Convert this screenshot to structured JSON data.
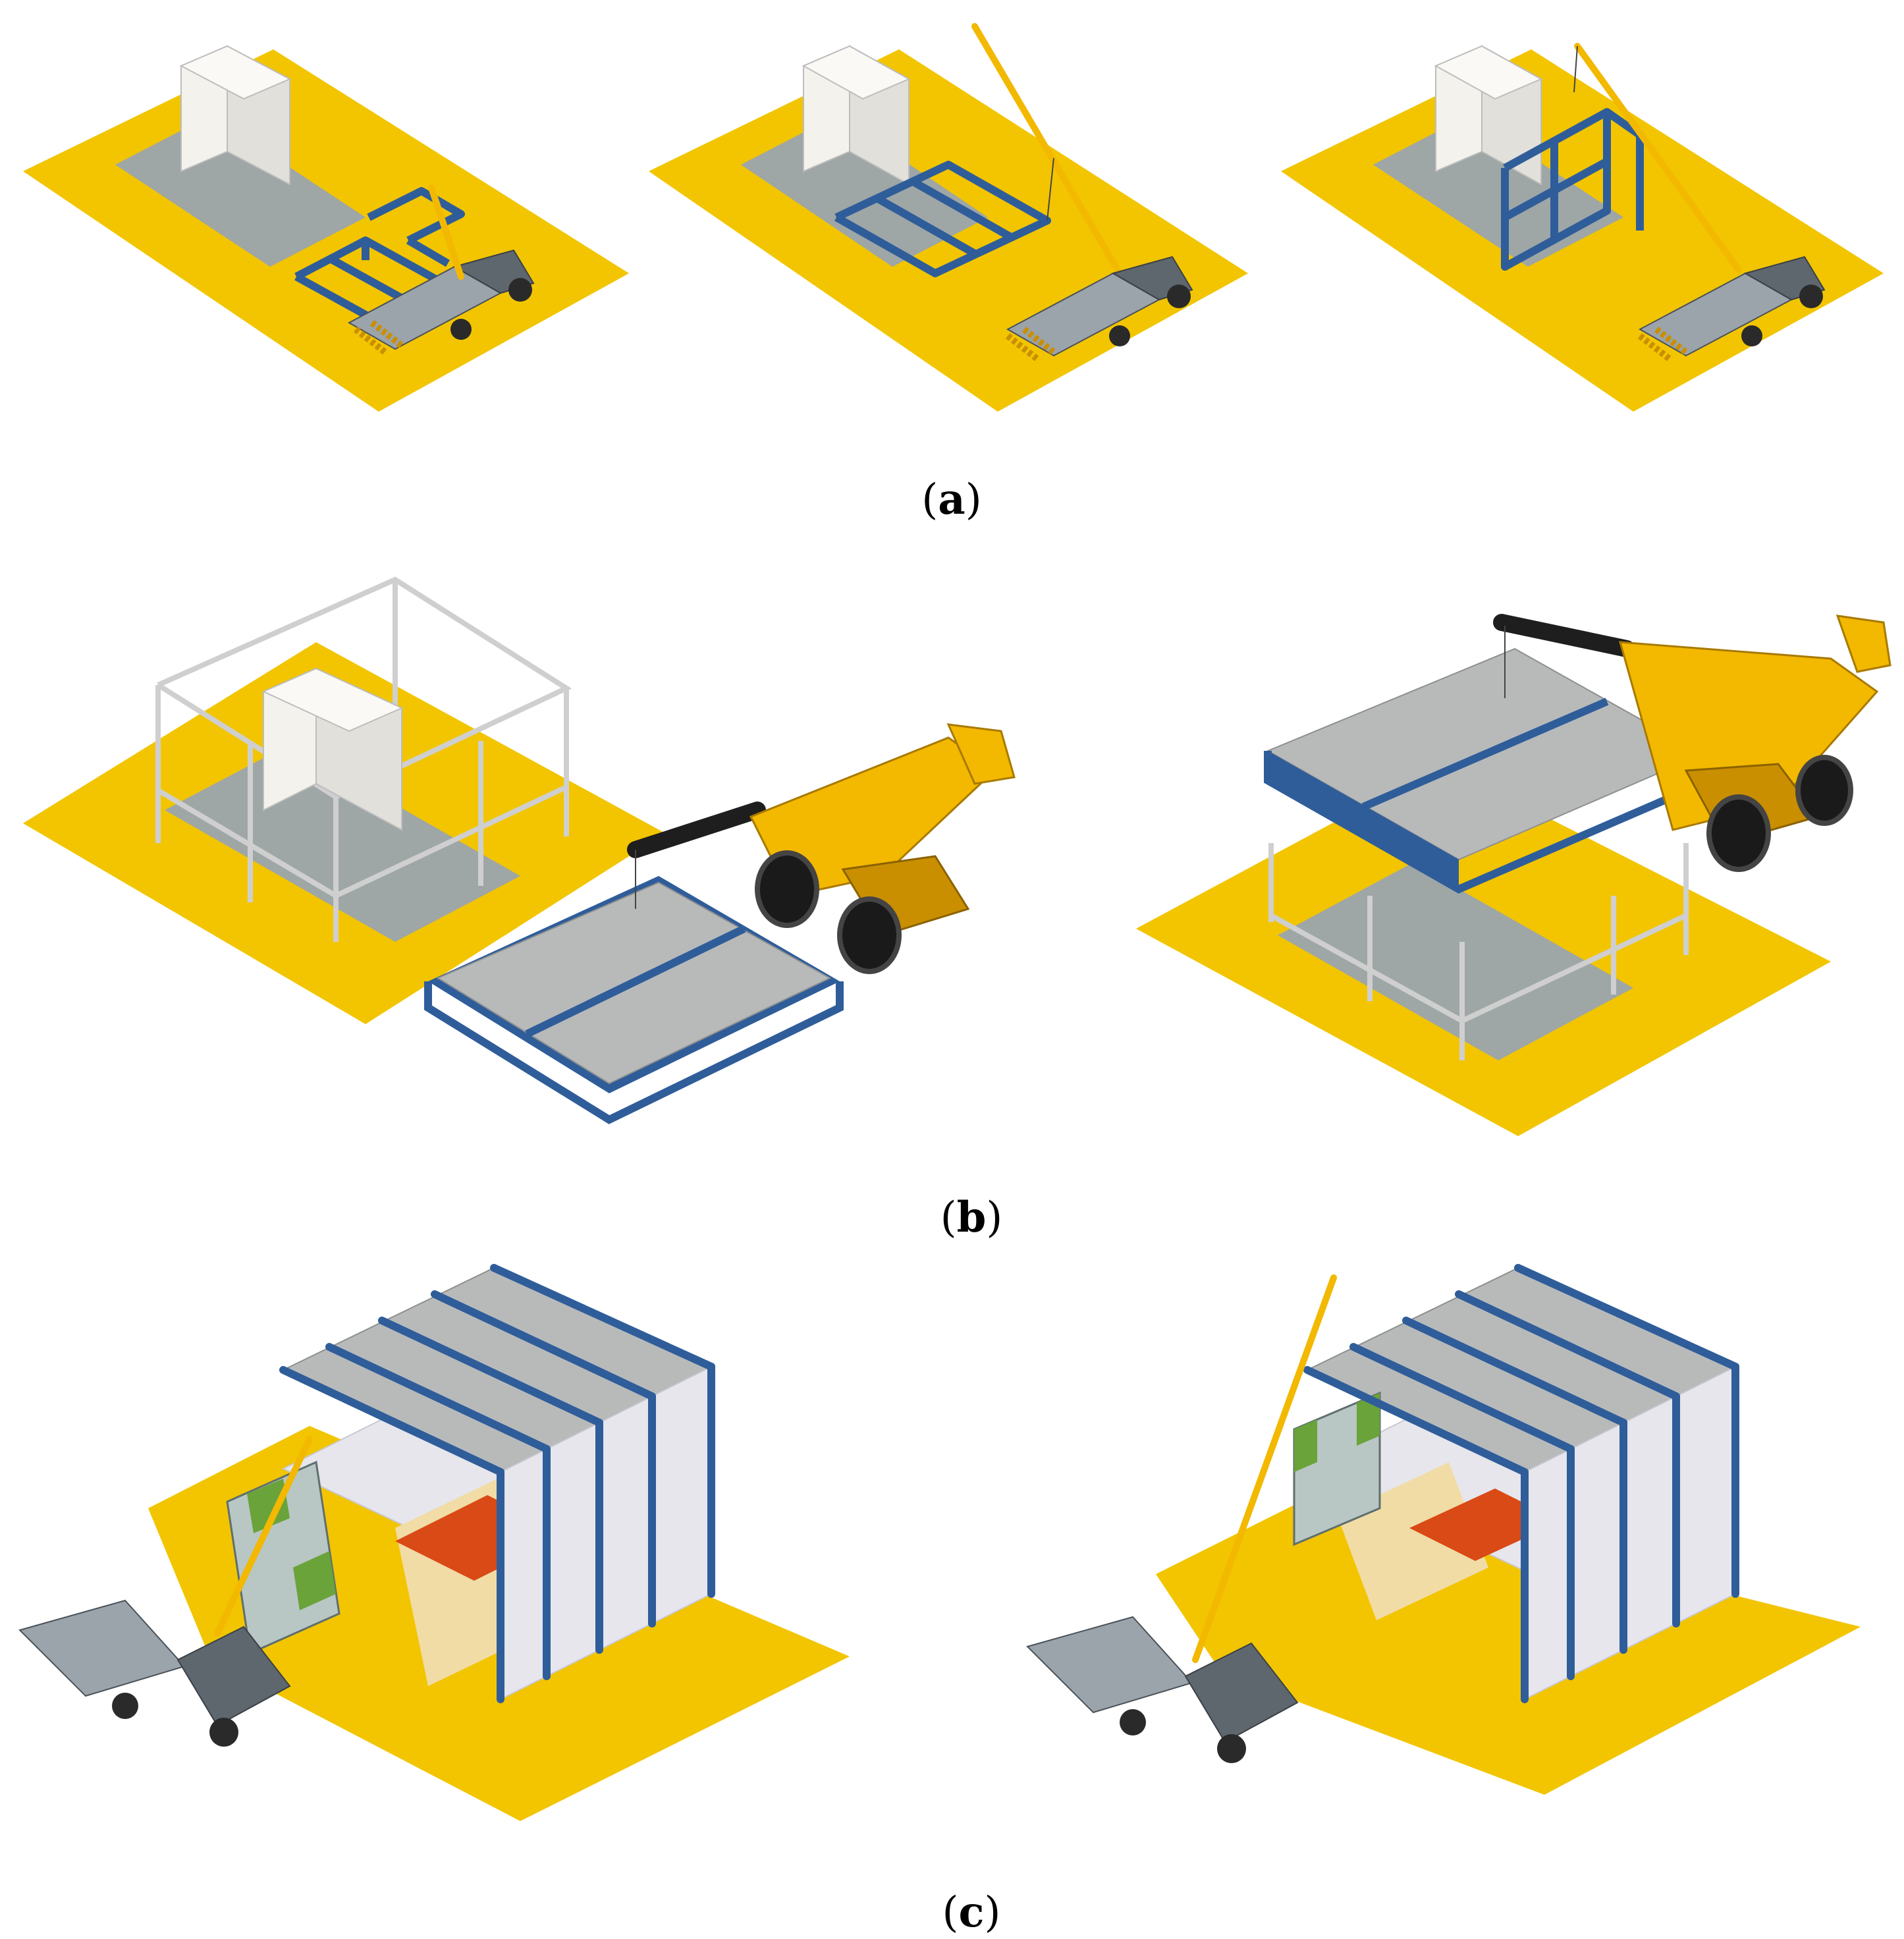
{
  "figure": {
    "panels": [
      {
        "id": "a",
        "caption": "a",
        "paren_open": "(",
        "paren_close": ")"
      },
      {
        "id": "b",
        "caption": "b",
        "paren_open": "(",
        "paren_close": ")"
      },
      {
        "id": "c",
        "caption": "c",
        "paren_open": "(",
        "paren_close": ")"
      }
    ]
  },
  "colors": {
    "ground": "#F2C500",
    "slab": "#9EA6A6",
    "steel": "#2F5D9A",
    "crane": "#F3B800",
    "crane_dark": "#C98F00",
    "boom_black": "#1E1E1E",
    "truck": "#9BA3AB",
    "truck_dark": "#5E666E",
    "roof": "#B8BABA",
    "wall": "#E6E6EC",
    "floor_tan": "#F1DCA6",
    "orange": "#D94A16",
    "glass": "#B8C6C4",
    "glass_green": "#6AA33A",
    "module": "#F4F2EC"
  }
}
